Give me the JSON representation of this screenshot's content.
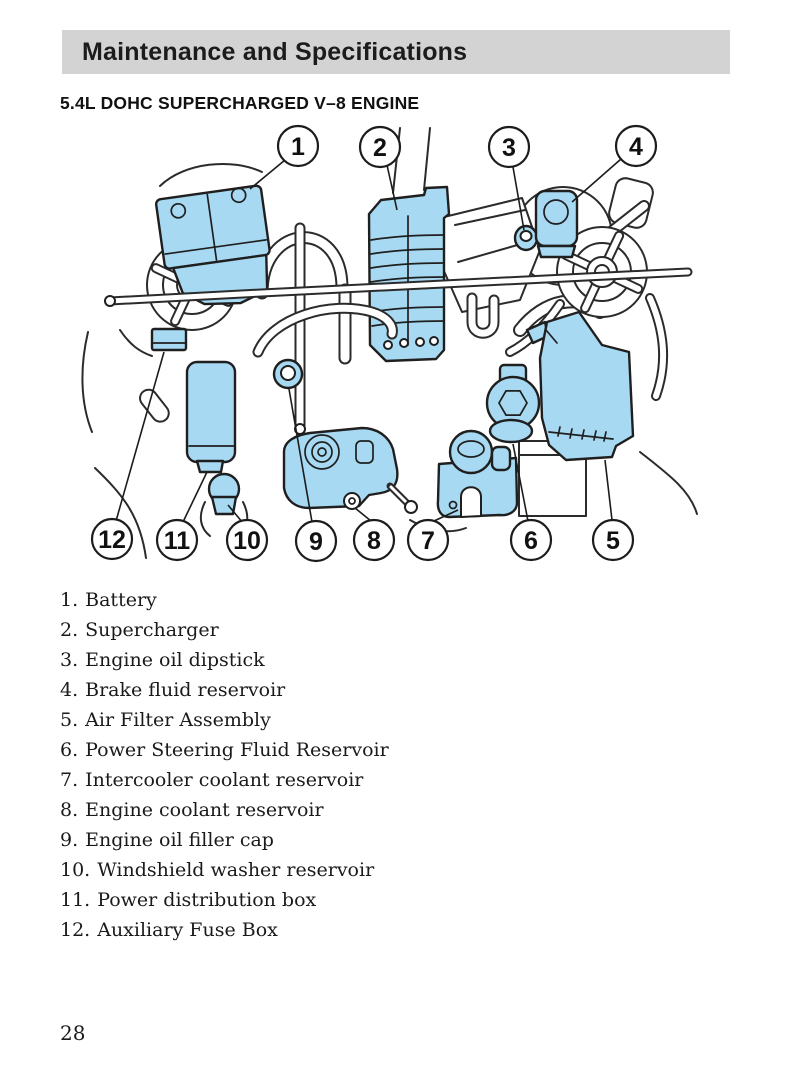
{
  "header": {
    "title": "Maintenance and Specifications",
    "bar_color": "#d3d3d3",
    "text_color": "#1c1c1c"
  },
  "section": {
    "title": "5.4L DOHC SUPERCHARGED V–8 ENGINE"
  },
  "diagram": {
    "description": "Engine compartment line-art diagram with highlighted components",
    "highlight_color": "#a7d9f2",
    "line_color": "#2b2b2b",
    "callouts": [
      {
        "number": "1",
        "part": "Battery"
      },
      {
        "number": "2",
        "part": "Supercharger"
      },
      {
        "number": "3",
        "part": "Engine oil dipstick"
      },
      {
        "number": "4",
        "part": "Brake fluid reservoir"
      },
      {
        "number": "5",
        "part": "Air Filter Assembly"
      },
      {
        "number": "6",
        "part": "Power Steering Fluid Reservoir"
      },
      {
        "number": "7",
        "part": "Intercooler coolant reservoir"
      },
      {
        "number": "8",
        "part": "Engine coolant reservoir"
      },
      {
        "number": "9",
        "part": "Engine oil filler cap"
      },
      {
        "number": "10",
        "part": "Windshield washer reservoir"
      },
      {
        "number": "11",
        "part": "Power distribution box"
      },
      {
        "number": "12",
        "part": "Auxiliary Fuse Box"
      }
    ]
  },
  "parts_list": {
    "items": [
      {
        "number": "1.",
        "label": "Battery"
      },
      {
        "number": "2.",
        "label": "Supercharger"
      },
      {
        "number": "3.",
        "label": "Engine oil dipstick"
      },
      {
        "number": "4.",
        "label": "Brake fluid reservoir"
      },
      {
        "number": "5.",
        "label": "Air Filter Assembly"
      },
      {
        "number": "6.",
        "label": "Power Steering Fluid Reservoir"
      },
      {
        "number": "7.",
        "label": "Intercooler coolant reservoir"
      },
      {
        "number": "8.",
        "label": "Engine coolant reservoir"
      },
      {
        "number": "9.",
        "label": "Engine oil filler cap"
      },
      {
        "number": "10.",
        "label": "Windshield washer reservoir"
      },
      {
        "number": "11.",
        "label": "Power distribution box"
      },
      {
        "number": "12.",
        "label": "Auxiliary Fuse Box"
      }
    ]
  },
  "footer": {
    "page_number": "28"
  }
}
